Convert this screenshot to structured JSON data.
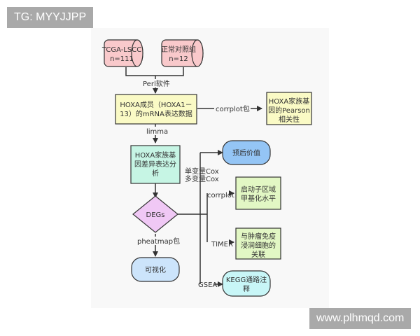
{
  "watermarks": {
    "top_left": "TG: MYYJJPP",
    "bottom_right": "www.plhmqd.com"
  },
  "colors": {
    "data_source": "#f9c9cb",
    "process": "#fafac5",
    "analysis": "#c6f5e4",
    "decision": "#f0c8f5",
    "visualize": "#cce4fb",
    "prognosis": "#94c5f5",
    "result": "#e2f7c4",
    "kegg": "#c8f6f7",
    "stroke": "#333333"
  },
  "nodes": {
    "tcga": {
      "line1": "TCGA-LSCC",
      "line2": "n=111"
    },
    "normal": {
      "line1": "正常对照组",
      "line2": "n=12"
    },
    "hoxa_expr": {
      "line1": "HOXA成员（HOXA1－",
      "line2": "13）的mRNA表达数据"
    },
    "pearson": {
      "line1": "HOXA家族基",
      "line2": "因的Pearson",
      "line3": "相关性"
    },
    "diff": {
      "line1": "HOXA家族基",
      "line2": "因差异表达分",
      "line3": "析"
    },
    "degs": {
      "label": "DEGs"
    },
    "visualize": {
      "label": "可视化"
    },
    "prognosis": {
      "label": "预后价值"
    },
    "methylation": {
      "line1": "启动子区域",
      "line2": "甲基化水平"
    },
    "immune": {
      "line1": "与肿瘤免疫",
      "line2": "浸润细胞的",
      "line3": "关联"
    },
    "kegg": {
      "line1": "KEGG通路注",
      "line2": "释"
    }
  },
  "edges": {
    "perl": "Perl软件",
    "corrplot_pkg": "corrplot包",
    "limma": "limma",
    "cox1": "单变量Cox",
    "cox2": "多变量Cox",
    "corrplot": "corrplot",
    "timer": "TIMER",
    "pheatmap": "pheatmap包",
    "gsea": "GSEA"
  }
}
